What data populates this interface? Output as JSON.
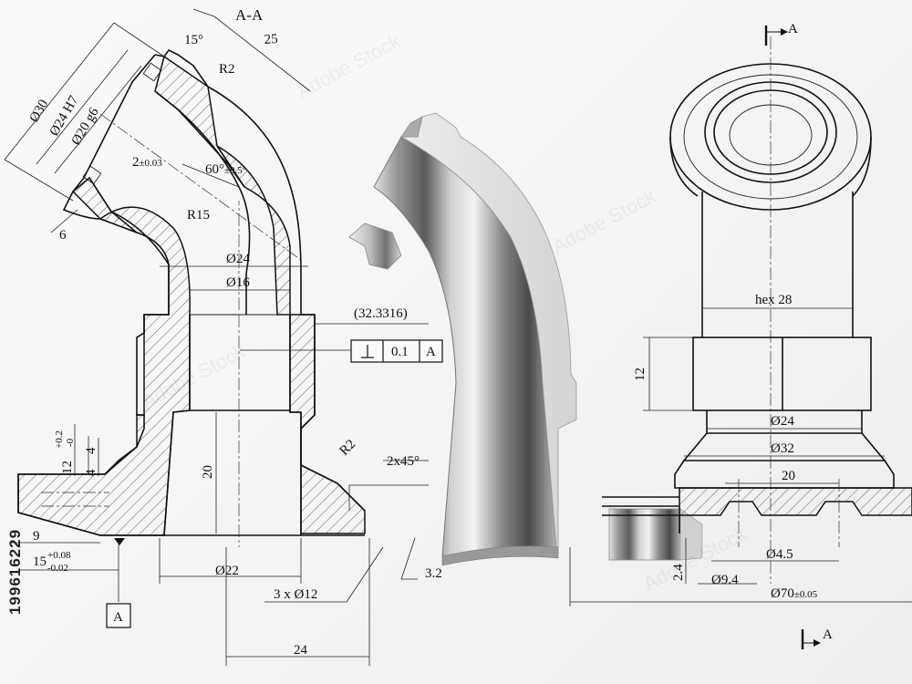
{
  "section_label": "A-A",
  "view_marker_letter": "A",
  "datum_letter": "A",
  "stock_id": "199616229",
  "dims_section": {
    "d30": "Ø30",
    "d24h7": "Ø24 H7",
    "d20g6": "Ø20 g6",
    "ang15": "15°",
    "len25": "25",
    "r2_top": "R2",
    "chamfer2": "2",
    "chamfer2_tol": "±0.03",
    "ang60": "60°",
    "ang60_tol": "±0.5°",
    "r15": "R15",
    "six": "6",
    "d24": "Ø24",
    "d16": "Ø16",
    "ref": "(32.3316)",
    "tol_val": "0.1",
    "tol_datum": "A",
    "h20": "20",
    "r2_low": "R2",
    "chamfer45": "2x45°",
    "d22": "Ø22",
    "holes": "3 x Ø12",
    "len24": "24",
    "h12": "12",
    "h12_up": "+0.2",
    "h12_dn": "-0",
    "four_a": "4",
    "four_b": "4",
    "nine": "9",
    "fifteen": "15",
    "fifteen_up": "+0.08",
    "fifteen_dn": "-0.02",
    "rough": "3.2"
  },
  "dims_side": {
    "hex": "hex 28",
    "twelve": "12",
    "d24": "Ø24",
    "d32": "Ø32",
    "twenty": "20",
    "d45": "Ø4.5",
    "d94": "Ø9.4",
    "d70": "Ø70",
    "d70_tol": "±0.05",
    "two4": "2.4"
  },
  "watermark": "Adobe Stock"
}
